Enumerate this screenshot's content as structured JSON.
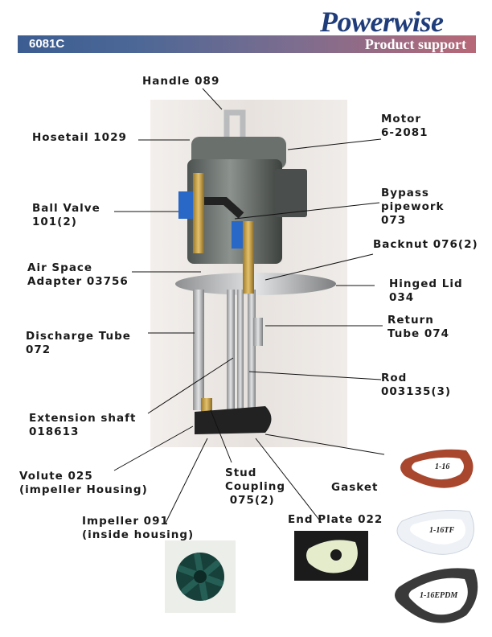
{
  "header": {
    "brand": "Powerwise",
    "model": "6081C",
    "section": "Product support"
  },
  "labels": {
    "handle": "Handle 089",
    "hosetail": "Hosetail 1029",
    "motor": "Motor\n6-2081",
    "ball_valve": "Ball Valve\n101(2)",
    "bypass": "Bypass\npipework\n073",
    "backnut": "Backnut 076(2)",
    "air_space": "Air Space\nAdapter 03756",
    "hinged_lid": "Hinged Lid\n034",
    "discharge": "Discharge Tube\n072",
    "return_tube": "Return\nTube 074",
    "rod": "Rod\n003135(3)",
    "extension": "Extension shaft\n018613",
    "volute": "Volute 025\n(impeller Housing)",
    "stud": "Stud\nCoupling\n 075(2)",
    "gasket": "Gasket",
    "impeller": "Impeller 091\n(inside housing)",
    "end_plate": "End Plate 022"
  },
  "gaskets": {
    "g1": "1-16",
    "g2": "1-16TF",
    "g3": "1-16EPDM"
  },
  "colors": {
    "brand": "#1f3d7a",
    "bar_start": "#3c5d92",
    "bar_end": "#b76877",
    "gasket_red": "#a8472e",
    "gasket_white": "#eef2f7",
    "gasket_black": "#3a3a3a"
  }
}
